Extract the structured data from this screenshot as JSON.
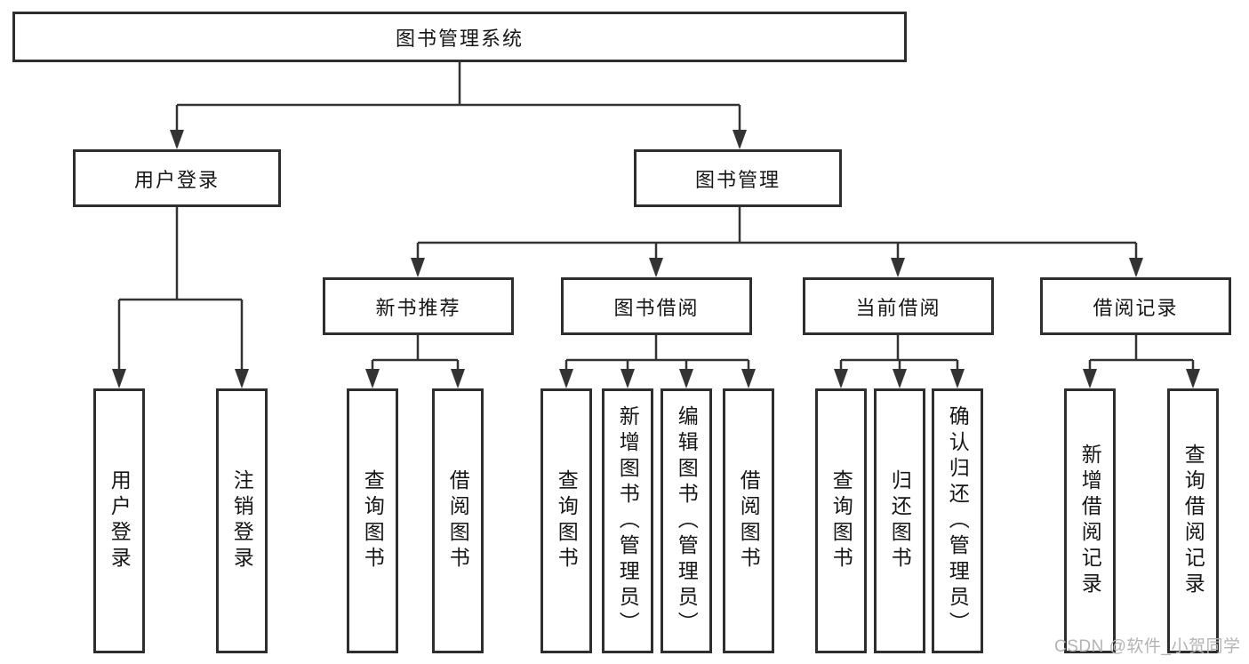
{
  "tree": {
    "root": {
      "label": "图书管理系统"
    },
    "branches": [
      {
        "label": "用户登录",
        "children": [
          {
            "label": "用户登录"
          },
          {
            "label": "注销登录"
          }
        ]
      },
      {
        "label": "图书管理",
        "sections": [
          {
            "label": "新书推荐",
            "children": [
              {
                "label": "查询图书"
              },
              {
                "label": "借阅图书"
              }
            ]
          },
          {
            "label": "图书借阅",
            "children": [
              {
                "label": "查询图书"
              },
              {
                "label": "新增图书（管理员）"
              },
              {
                "label": "编辑图书（管理员）"
              },
              {
                "label": "借阅图书"
              }
            ]
          },
          {
            "label": "当前借阅",
            "children": [
              {
                "label": "查询图书"
              },
              {
                "label": "归还图书"
              },
              {
                "label": "确认归还（管理员）"
              }
            ]
          },
          {
            "label": "借阅记录",
            "children": [
              {
                "label": "新增借阅记录"
              },
              {
                "label": "查询借阅记录"
              }
            ]
          }
        ]
      }
    ]
  },
  "watermark": {
    "text": "CSDN @软件_小贺同学"
  },
  "colors": {
    "line": "#333333",
    "box_border": "#2e2e2e",
    "text": "#161616",
    "watermark": "#b4b4b4",
    "background": "#ffffff"
  }
}
